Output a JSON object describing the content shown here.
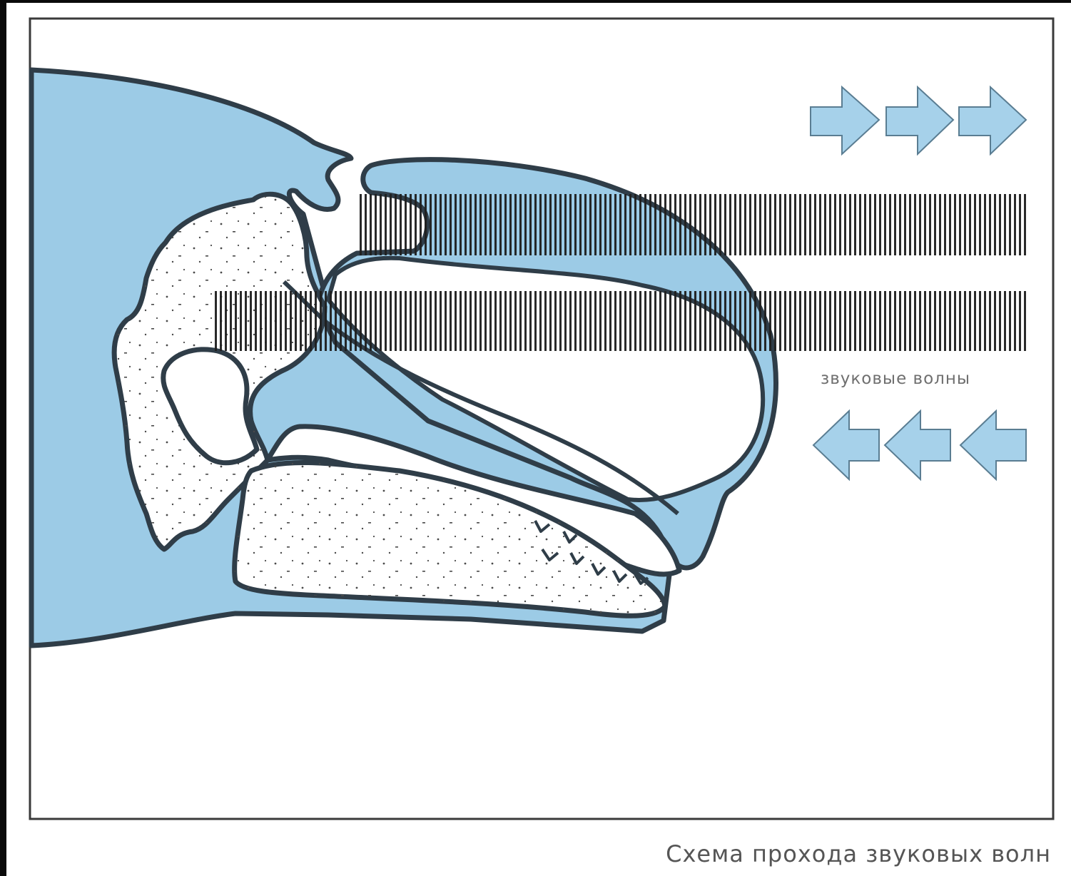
{
  "diagram": {
    "label_sound_waves": "звуковые волны",
    "caption": "Схема прохода звуковых волн",
    "colors": {
      "tissue_fill": "#9ccbe6",
      "outline": "#2f3d48",
      "bone_fill": "#ffffff",
      "arrow_fill": "#a6d1ea",
      "wave_bars": "#1e1e1e"
    },
    "arrows": {
      "top_row_direction": "right",
      "bottom_row_direction": "left",
      "count_per_row": 3
    },
    "icons": [
      "arrow-right-icon",
      "arrow-left-icon"
    ]
  }
}
